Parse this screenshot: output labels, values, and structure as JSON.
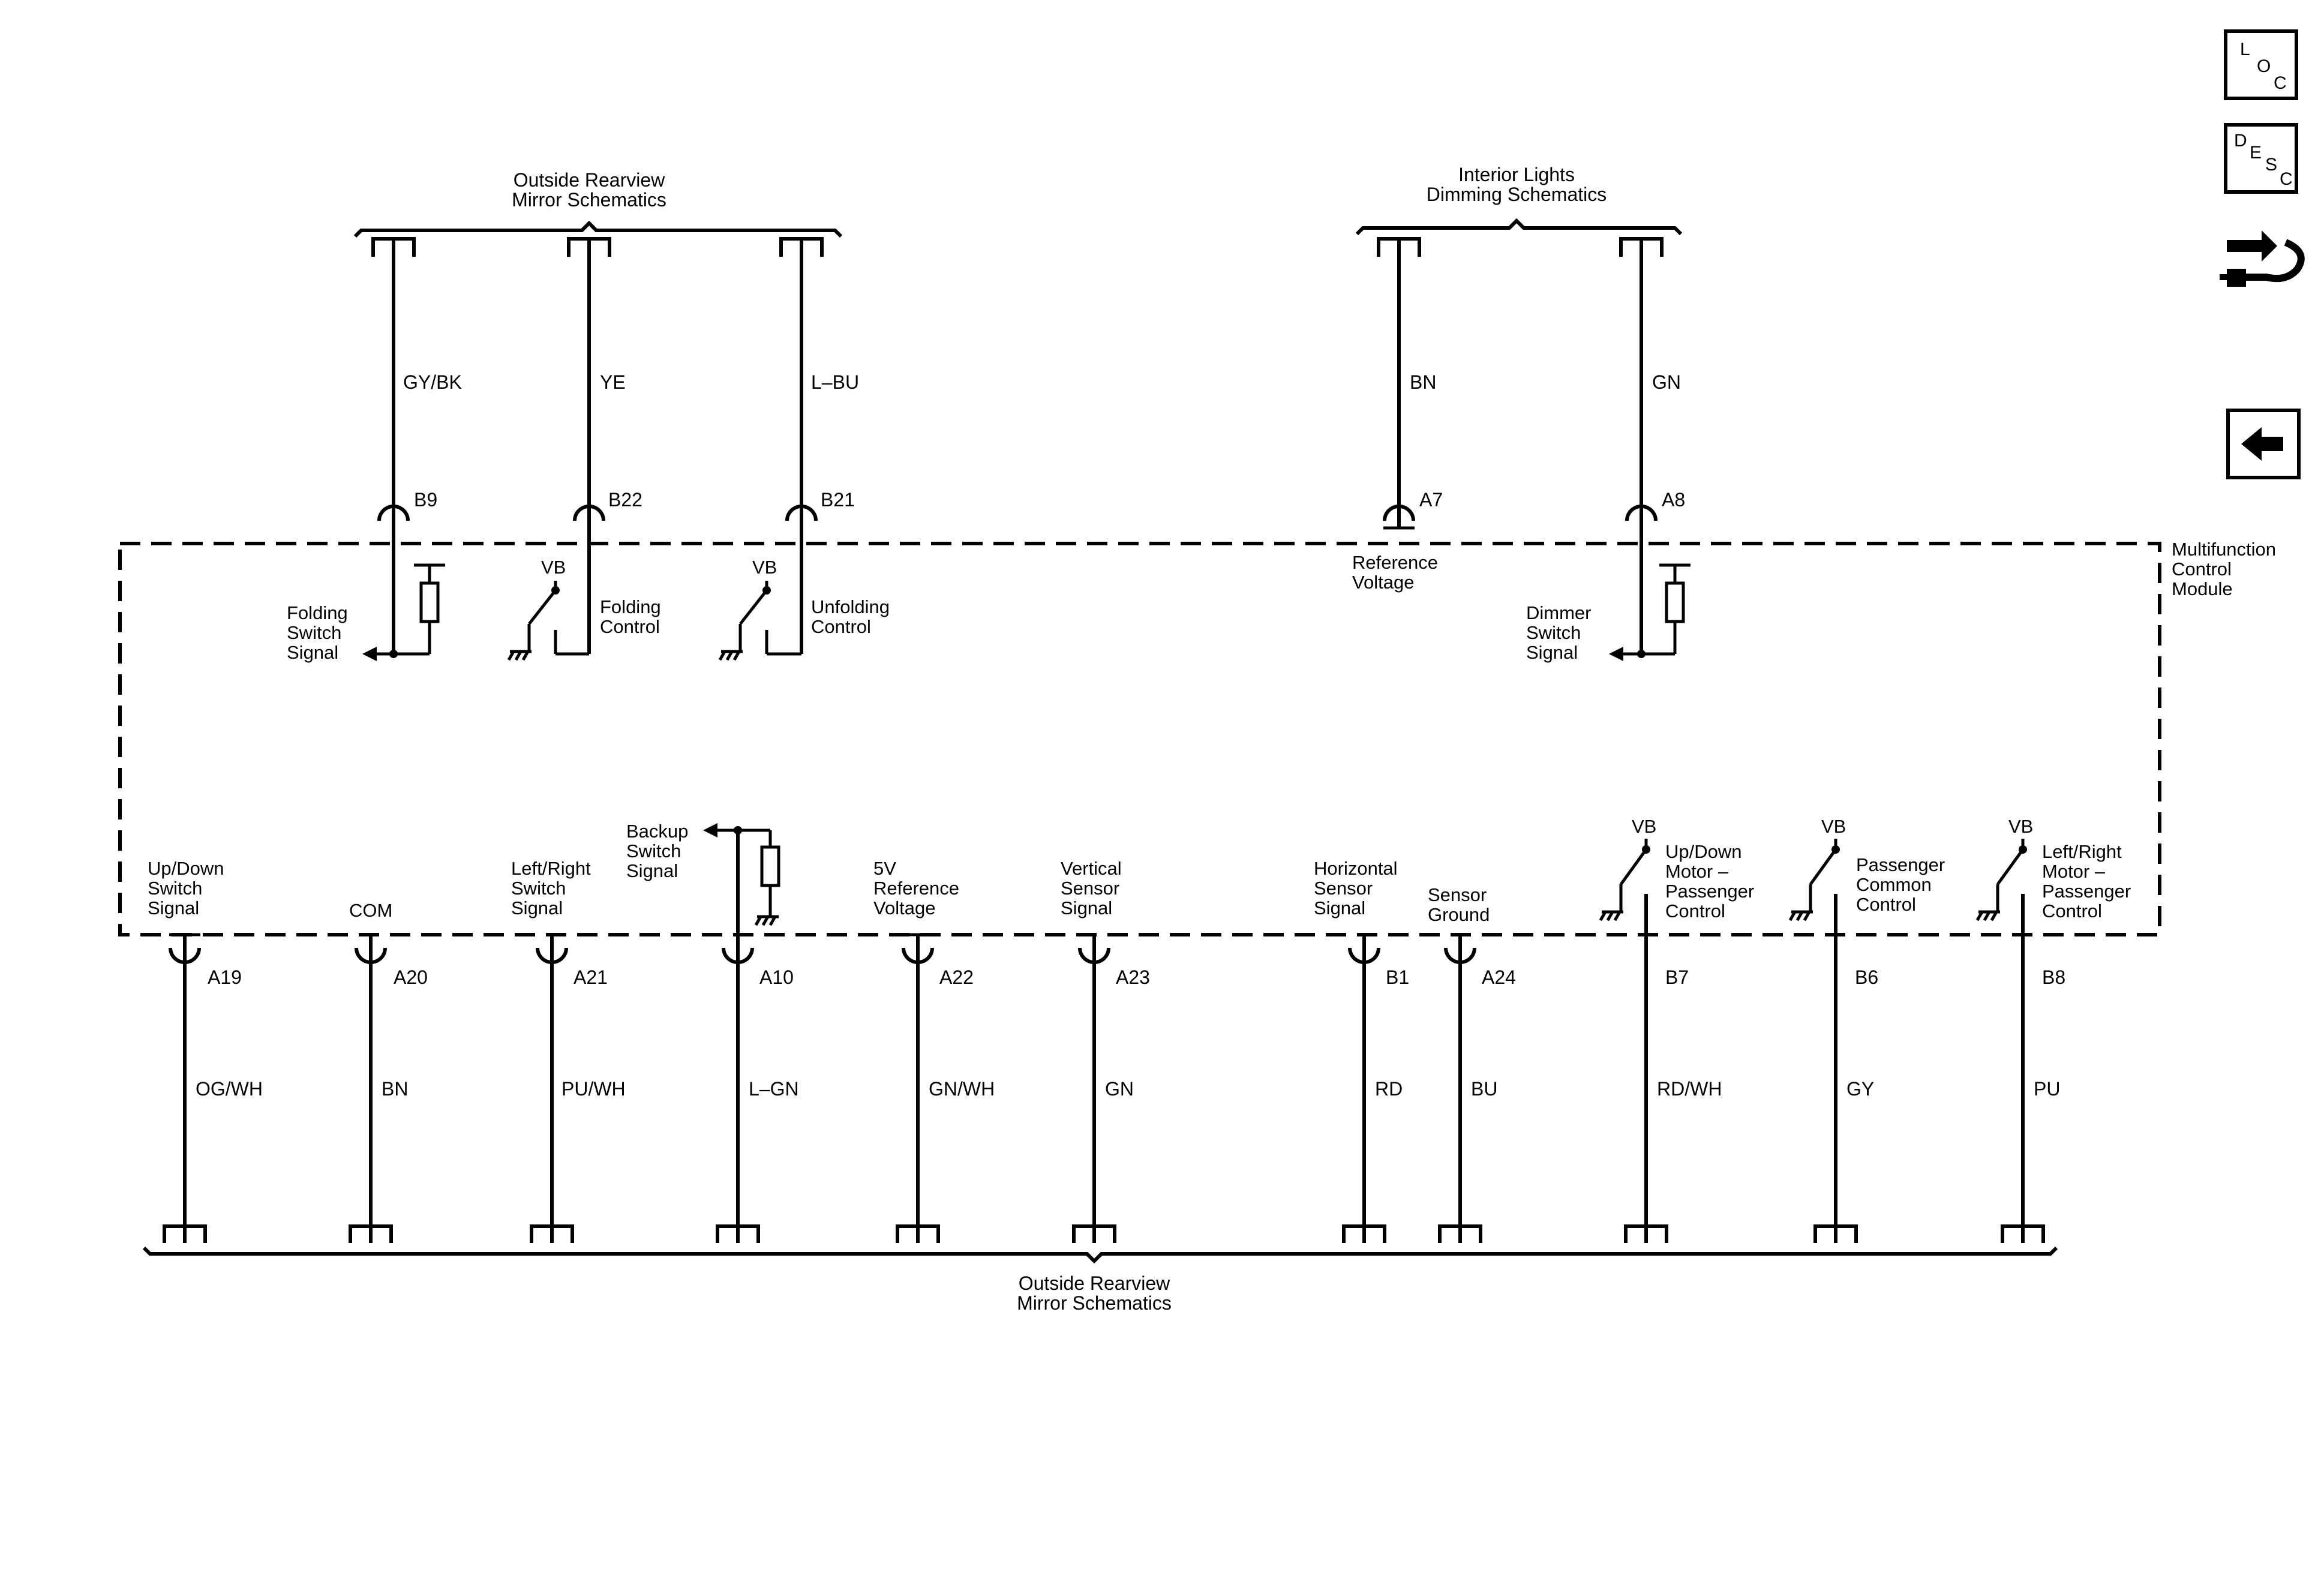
{
  "top_left_group": {
    "label_lines": [
      "Outside Rearview",
      "Mirror Schematics"
    ]
  },
  "top_right_group": {
    "label_lines": [
      "Interior Lights",
      "Dimming Schematics"
    ]
  },
  "bottom_group": {
    "label_lines": [
      "Outside Rearview",
      "Mirror Schematics"
    ]
  },
  "module": {
    "label_lines": [
      "Multifunction",
      "Control",
      "Module"
    ]
  },
  "top_circuits": [
    {
      "wire": "GY/BK",
      "pin": "B9",
      "func": [
        "Folding",
        "Switch",
        "Signal"
      ]
    },
    {
      "wire": "YE",
      "pin": "B22",
      "func": [
        "Folding",
        "Control"
      ],
      "supply": "VB"
    },
    {
      "wire": "L–BU",
      "pin": "B21",
      "func": [
        "Unfolding",
        "Control"
      ],
      "supply": "VB"
    },
    {
      "wire": "BN",
      "pin": "A7",
      "func": [
        "Reference",
        "Voltage"
      ]
    },
    {
      "wire": "GN",
      "pin": "A8",
      "func": [
        "Dimmer",
        "Switch",
        "Signal"
      ]
    }
  ],
  "bottom_circuits": [
    {
      "wire": "OG/WH",
      "pin": "A19",
      "func": [
        "Up/Down",
        "Switch",
        "Signal"
      ]
    },
    {
      "wire": "BN",
      "pin": "A20",
      "func": [
        "COM"
      ]
    },
    {
      "wire": "PU/WH",
      "pin": "A21",
      "func": [
        "Left/Right",
        "Switch",
        "Signal"
      ]
    },
    {
      "wire": "L–GN",
      "pin": "A10",
      "func": [
        "Backup",
        "Switch",
        "Signal"
      ]
    },
    {
      "wire": "GN/WH",
      "pin": "A22",
      "func": [
        "5V",
        "Reference",
        "Voltage"
      ]
    },
    {
      "wire": "GN",
      "pin": "A23",
      "func": [
        "Vertical",
        "Sensor",
        "Signal"
      ]
    },
    {
      "wire": "RD",
      "pin": "B1",
      "func": [
        "Horizontal",
        "Sensor",
        "Signal"
      ]
    },
    {
      "wire": "BU",
      "pin": "A24",
      "func": [
        "Sensor",
        "Ground"
      ]
    },
    {
      "wire": "RD/WH",
      "pin": "B7",
      "func": [
        "Up/Down",
        "Motor –",
        "Passenger",
        "Control"
      ],
      "supply": "VB"
    },
    {
      "wire": "GY",
      "pin": "B6",
      "func": [
        "Passenger",
        "Common",
        "Control"
      ],
      "supply": "VB"
    },
    {
      "wire": "PU",
      "pin": "B8",
      "func": [
        "Left/Right",
        "Motor –",
        "Passenger",
        "Control"
      ],
      "supply": "VB"
    }
  ],
  "side_buttons": {
    "loc": [
      "L",
      "O",
      "C"
    ],
    "desc": [
      "D",
      "E",
      "S",
      "C"
    ],
    "connector_icon": "connector-harness-icon",
    "back_icon": "back-arrow-icon"
  }
}
